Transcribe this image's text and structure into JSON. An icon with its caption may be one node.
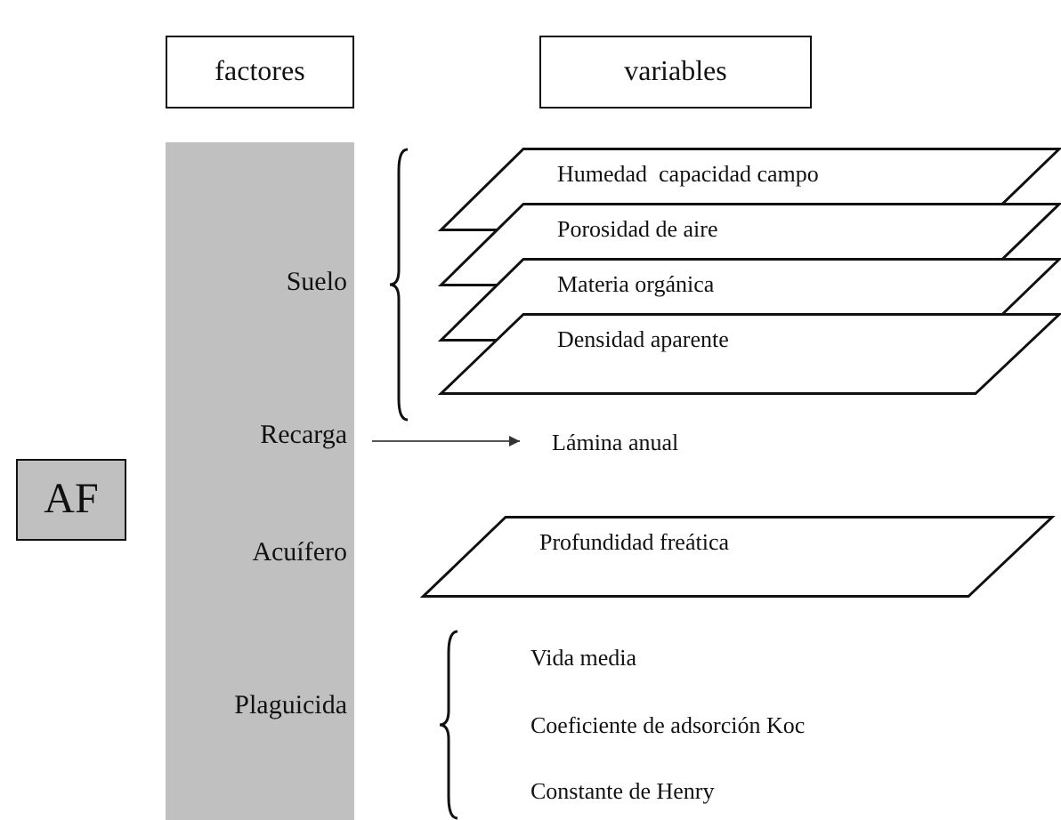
{
  "diagram": {
    "nodes": [
      {
        "text": [
          "factores"
        ]
      },
      {
        "text": [
          "variables"
        ]
      },
      {
        "text": [
          "AF"
        ]
      },
      {
        "text": [],
        "shape": "bar"
      },
      {
        "text": [
          "Suelo"
        ],
        "in": 3
      },
      {
        "text": [
          "Recarga"
        ],
        "in": 3
      },
      {
        "text": [
          "Acuífero"
        ],
        "in": 3
      },
      {
        "text": [
          "Plaguicida"
        ],
        "in": 3
      },
      {
        "text": [
          "Humedad  capacidad campo"
        ]
      },
      {
        "text": [
          "Porosidad de aire"
        ]
      },
      {
        "text": [
          "Materia orgánica"
        ]
      },
      {
        "text": [
          "Densidad aparente"
        ]
      },
      {
        "text": [
          "Lámina anual"
        ]
      },
      {
        "text": [
          "Profundidad freática"
        ]
      }
    ],
    "edges": [
      {
        "from": 5,
        "to": 12,
        "arrow": "to"
      }
    ],
    "labels": [
      "Vida media",
      "Coeficiente de adsorción Koc",
      "Constante de Henry"
    ]
  }
}
